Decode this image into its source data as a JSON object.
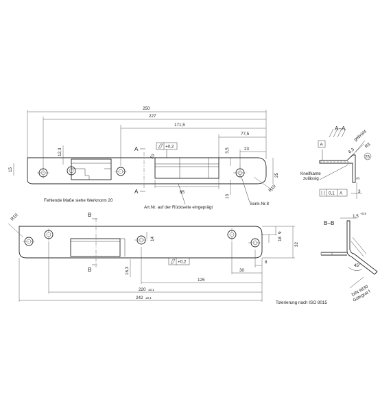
{
  "dims": {
    "top": {
      "d250": "250",
      "d227": "227",
      "d171_5": "171,5",
      "d77_5": "77,5",
      "d65": "65",
      "d23": "23",
      "d35": "3,5",
      "d13": "13",
      "d25": "25",
      "d123": "12,3",
      "d15": "15",
      "d10": "10",
      "r10": "R10"
    },
    "bottom": {
      "r10": "R10",
      "d14": "14",
      "d163": "16,3",
      "d9": "9",
      "d18": "18",
      "d32": "32",
      "d8": "8",
      "d30": "30",
      "d125": "125",
      "d220": "220",
      "d220tol": "±0,1",
      "d242": "242",
      "d242tol": "±0,1"
    },
    "section_aa": {
      "d63": "6,3",
      "d3": "3",
      "r3": "R3",
      "d01": "0,1",
      "d25c": "25"
    },
    "section_bb": {
      "d15": "1,5",
      "d15tol": "+0,5",
      "a45": "45°"
    }
  },
  "tolerances": {
    "flatness_top": "+0,2",
    "flatness_bottom": "+0,2",
    "ref_a": "A",
    "ref_a2": "A"
  },
  "section_marks": {
    "a_top": "A",
    "a_bottom": "A",
    "b_top": "B",
    "b_bottom": "B"
  },
  "section_titles": {
    "aa": "A–A",
    "bb": "B–B"
  },
  "labels": {
    "missing_dims": "Fehlende Maße siehe Werknorm 20",
    "art_nr": "Art.Nr. auf der Rückseite eingeprägt",
    "countersink": "Senk-Nr.8",
    "tolerance_note": "Tolerierung nach ISO 8015",
    "deburred": "gebrüht",
    "edge_allowed_1": "Kneifkante",
    "edge_allowed_2": "zulässig",
    "din": "DIN 9830",
    "quality": "Gütegrat f"
  }
}
